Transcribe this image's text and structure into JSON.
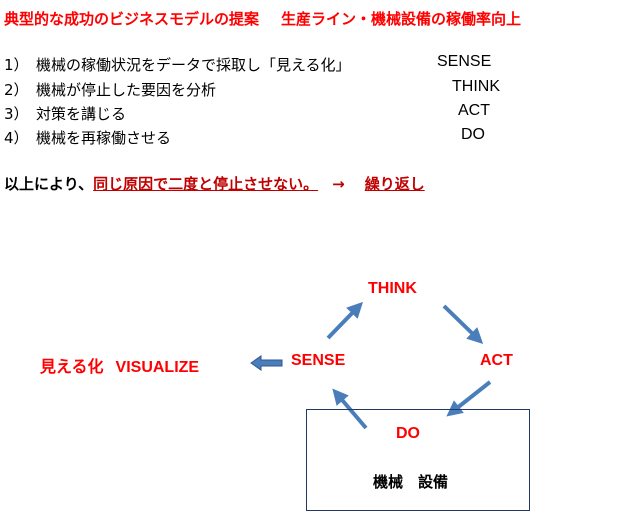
{
  "title": {
    "left": "典型的な成功のビジネスモデルの提案",
    "right": "生産ライン・機械設備の稼働率向上"
  },
  "steps": [
    {
      "num": "1）",
      "text": "機械の稼働状況をデータで採取し「見える化」",
      "keyword": "SENSE"
    },
    {
      "num": "2）",
      "text": "機械が停止した要因を分析",
      "keyword": "THINK"
    },
    {
      "num": "3）",
      "text": "対策を講じる",
      "keyword": "ACT"
    },
    {
      "num": "4）",
      "text": "機械を再稼働させる",
      "keyword": "DO"
    }
  ],
  "conclusion": {
    "prefix": "以上により、",
    "highlight": "同じ原因で二度と停止させない。",
    "arrow": "→",
    "repeat": "繰り返し"
  },
  "cycle": {
    "think": "THINK",
    "act": "ACT",
    "do": "DO",
    "sense": "SENSE",
    "machine": "機械　設備",
    "visualize_jp": "見える化",
    "visualize_en": "VISUALIZE"
  },
  "colors": {
    "title_red": "#ff0000",
    "highlight_red": "#c00000",
    "arrow_blue": "#4a7ebb",
    "box_border": "#1f3864"
  }
}
